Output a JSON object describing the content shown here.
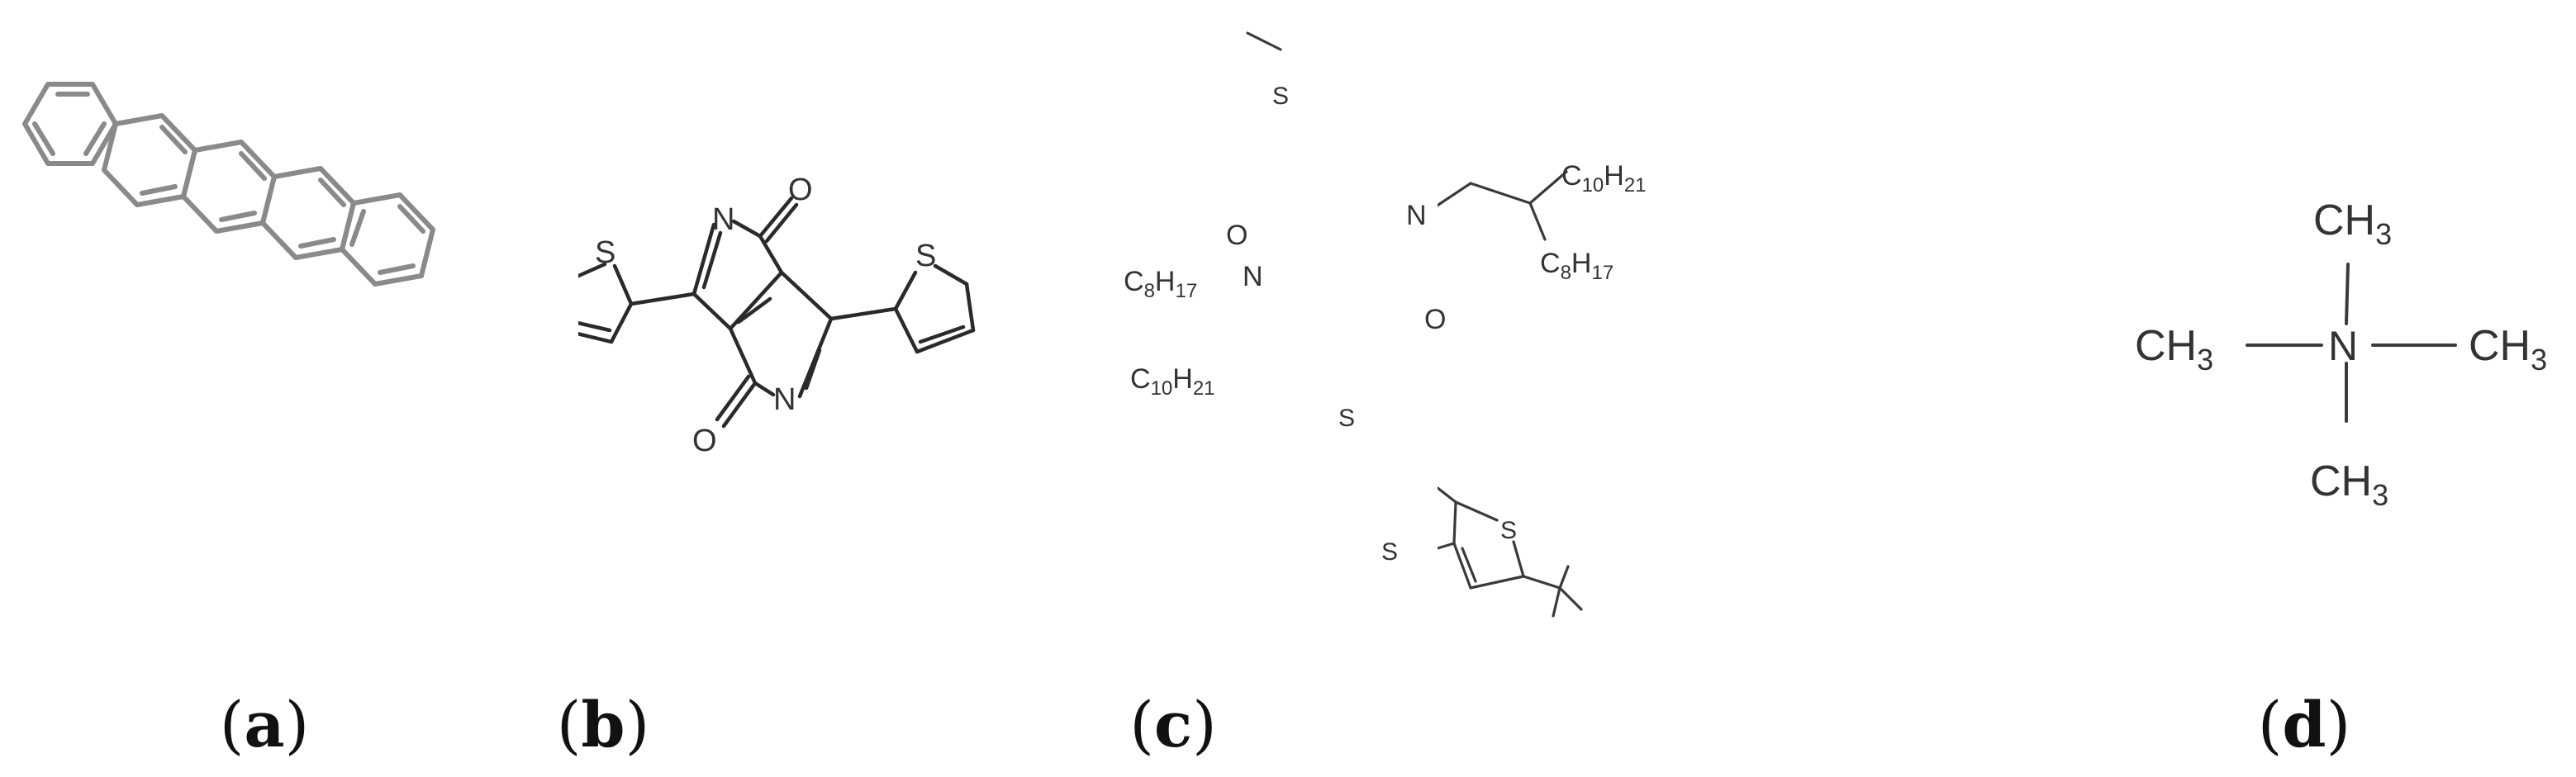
{
  "panels": [
    {
      "id": "a",
      "caption_open": "(",
      "caption_letter": "a",
      "caption_close": ")"
    },
    {
      "id": "b",
      "caption_open": "(",
      "caption_letter": "b",
      "caption_close": ")",
      "atoms": {
        "s_left": "S",
        "s_right": "S",
        "n_top": "N",
        "n_bottom": "N",
        "o_top": "O",
        "o_bottom": "O"
      }
    },
    {
      "id": "c",
      "caption_open": "(",
      "caption_letter": "c",
      "caption_close": ")",
      "atoms": {
        "s_top": "S",
        "s_mid": "S",
        "s_tt_left": "S",
        "s_tt_right": "S",
        "n_right": "N",
        "n_left": "N",
        "o_left": "O",
        "o_right": "O",
        "c10h21_right": "C10H21",
        "c8h17_right": "C8H17",
        "c8h17_left": "C8H17",
        "c10h21_left": "C10H21"
      }
    },
    {
      "id": "d",
      "caption_open": "(",
      "caption_letter": "d",
      "caption_close": ")",
      "atoms": {
        "ch3_top": "CH3",
        "ch3_left": "CH3",
        "ch3_right": "CH3",
        "ch3_bottom": "CH3",
        "n_center": "N"
      }
    }
  ]
}
